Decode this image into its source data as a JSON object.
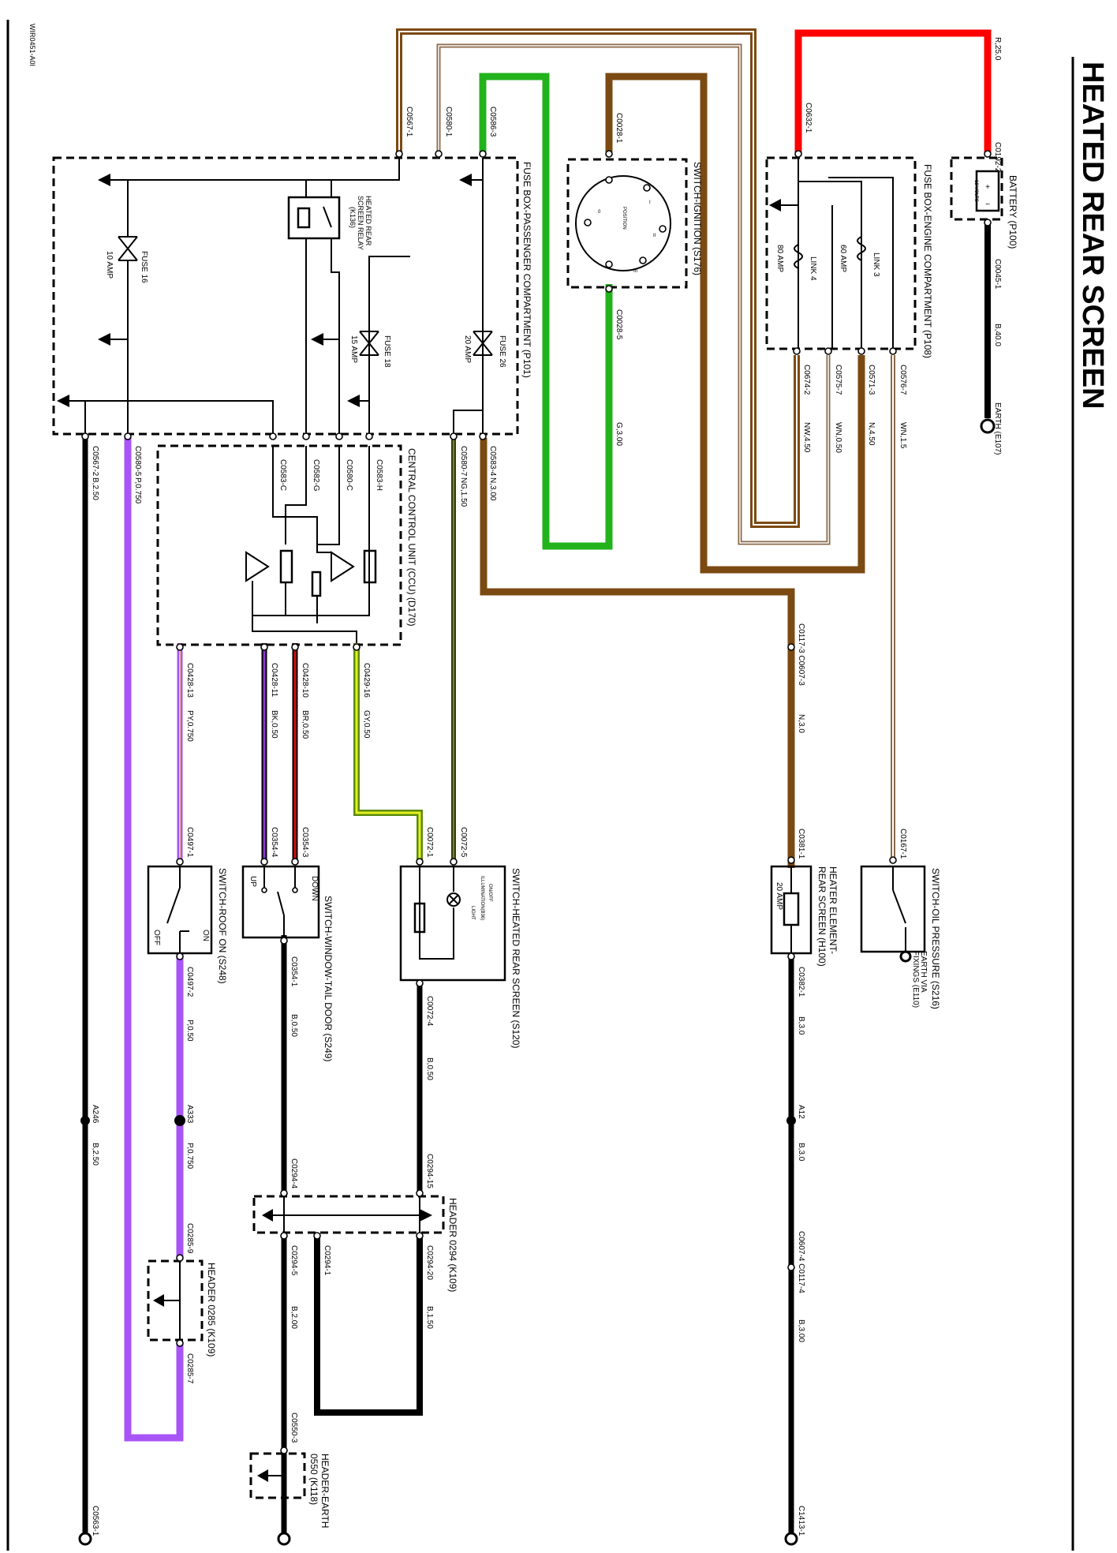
{
  "title": "HEATED REAR SCREEN",
  "drawing_code": "WIR0451-A0I",
  "components": {
    "battery": "BATTERY (P100)",
    "battery_volts": "12 VOLTS",
    "earth_e107": "EARTH (E107)",
    "fusebox_engine": "FUSE BOX-ENGINE COMPARTMENT (P108)",
    "link3": "LINK 3",
    "link3_rating": "60 AMP",
    "link4": "LINK 4",
    "link4_rating": "80 AMP",
    "ignition_switch": "SWITCH-IGNITION (S176)",
    "ign_pos": [
      "I",
      "II",
      "III",
      "0",
      "POSITION",
      "POSITION",
      "POSITION",
      "POSITION"
    ],
    "fusebox_passenger": "FUSE BOX-PASSENGER COMPARTMENT (P101)",
    "relay_line1": "HEATED REAR",
    "relay_line2": "SCREEN RELAY",
    "relay_line3": "(K136)",
    "fuse16": "FUSE 16",
    "fuse16_rating": "10 AMP",
    "fuse18": "FUSE 18",
    "fuse18_rating": "15 AMP",
    "fuse26": "FUSE 26",
    "fuse26_rating": "20 AMP",
    "ccu": "CENTRAL CONTROL UNIT (CCU) (D170)",
    "switch_hrs": "SWITCH-HEATED REAR SCREEN (S120)",
    "switch_hrs_inner1": "ON/OFF",
    "switch_hrs_inner2": "ILLUMINATION(B36)",
    "switch_hrs_inner3": "LIGHT",
    "window_switch": "SWITCH-WINDOW-TAIL DOOR (S249)",
    "window_up": "UP",
    "window_down": "DOWN",
    "roof_switch": "SWITCH-ROOF ON (S248)",
    "roof_on": "ON",
    "roof_off": "OFF",
    "heater_element_line1": "HEATER ELEMENT-",
    "heater_element_line2": "REAR SCREEN (H100)",
    "heater_rating": "20 AMP",
    "oil_switch": "SWITCH-OIL PRESSURE (S216)",
    "earth_via_line1": "EARTH VIA",
    "earth_via_line2": "FIXINGS (E110)",
    "header_0294": "HEADER 0294 (K109)",
    "header_0285": "HEADER 0285 (K109)",
    "header_earth_line1": "HEADER-EARTH",
    "header_earth_line2": "0550 (K118)"
  },
  "connectors": {
    "c0192_2": "C0192-2",
    "c0045_1": "C0045-1",
    "c0632_1": "C0632-1",
    "c0674_2": "C0674-2",
    "c0575_7": "C0575-7",
    "c0571_3": "C0571-3",
    "c0576_7": "C0576-7",
    "c0028_1": "C0028-1",
    "c0028_5": "C0028-5",
    "c0567_1": "C0567-1",
    "c0580_1": "C0580-1",
    "c0586_3": "C0586-3",
    "c0567_2": "C0567-2",
    "c0580_5": "C0580-5",
    "c0583_c": "C0583-C",
    "c0582_g": "C0582-G",
    "c0580_c": "C0580-C",
    "c0583_h": "C0583-H",
    "c0580_7": "C0580-7",
    "c0583_4": "C0583-4",
    "c0428_13": "C0428-13",
    "c0428_11": "C0428-11",
    "c0428_10": "C0428-10",
    "c0429_16": "C0429-16",
    "c0117_3": "C0117-3 C0607-3",
    "c0497_1": "C0497-1",
    "c0354_4": "C0354-4",
    "c0354_3": "C0354-3",
    "c0072_1": "C0072-1",
    "c0072_5": "C0072-5",
    "c0381_1": "C0381-1",
    "c0167_1": "C0167-1",
    "c0497_2": "C0497-2",
    "c0354_1": "C0354-1",
    "c0072_4": "C0072-4",
    "c0382_1": "C0382-1",
    "c0294_4": "C0294-4",
    "c0294_15": "C0294-15",
    "c0294_5": "C0294-5",
    "c0294_1": "C0294-1",
    "c0294_20": "C0294-20",
    "c0607_4": "C0607-4 C0117-4",
    "c0285_9": "C0285-9",
    "c0285_7": "C0285-7",
    "c0550_3": "C0550-3",
    "c0563_1": "C0563-1",
    "c1413_1": "C1413-1"
  },
  "wires": {
    "r250": "R,25.0",
    "b400": "B,40.0",
    "nw450": "NW,4.50",
    "wn050": "WN,0.50",
    "n450": "N,4.50",
    "wn15": "WN,1.5",
    "g300": "G,3.00",
    "b250": "B,2.50",
    "p0750": "P,0.750",
    "ng150": "NG,1.50",
    "n300": "N,3.00",
    "py0750": "PY,0.750",
    "bk050": "BK,0.50",
    "br050": "BR,0.50",
    "gy050": "GY,0.50",
    "n30": "N,3.0",
    "b050a": "B,0.50",
    "b050b": "B,0.50",
    "p050": "P,0.50",
    "b30a": "B,3.0",
    "b30b": "B,3.0",
    "b300": "B,3.00",
    "b200": "B,2.00",
    "b150": "B,1.50",
    "p0750b": "P,0.750",
    "b250b": "B,2.50"
  },
  "splices": {
    "a246": "A246",
    "a333": "A333",
    "a12": "A12"
  },
  "colors": {
    "red": "#ff0000",
    "brown": "#7b4a12",
    "green": "#22b21c",
    "purple": "#a855f7",
    "black": "#000000",
    "olive": "#5a5a1a",
    "yellow_green": "#c8e614",
    "gray": "#8a8a8a",
    "dark_red": "#c41a1a",
    "pink": "#e8b4a4"
  }
}
